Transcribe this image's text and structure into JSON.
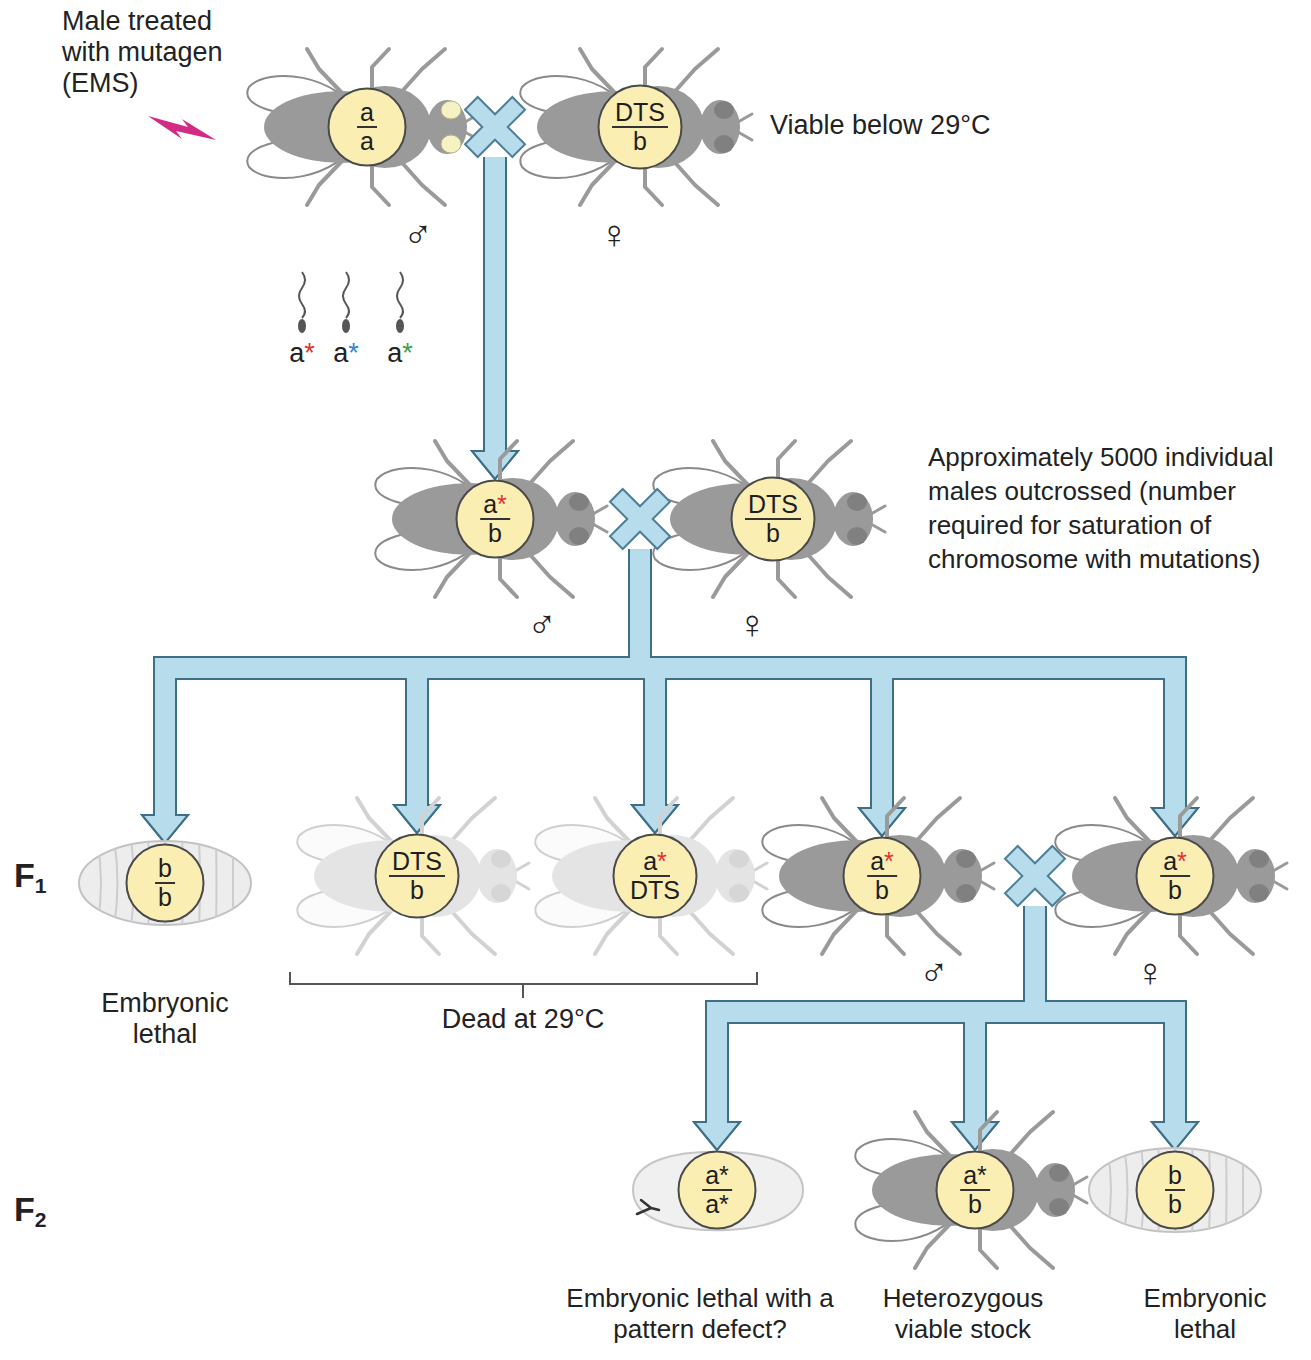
{
  "diagram": {
    "nodes": [
      {
        "text": [
          "a",
          "a"
        ]
      },
      {
        "text": [
          "DTS",
          "b"
        ]
      },
      {
        "text": [
          "a*",
          "b"
        ]
      },
      {
        "text": [
          "DTS",
          "b"
        ]
      },
      {
        "text": [
          "b",
          "b"
        ]
      },
      {
        "text": [
          "DTS",
          "b"
        ]
      },
      {
        "text": [
          "a*",
          "DTS"
        ]
      },
      {
        "text": [
          "a*",
          "b"
        ]
      },
      {
        "text": [
          "a*",
          "b"
        ]
      },
      {
        "text": [
          "a*",
          "a*"
        ]
      },
      {
        "text": [
          "a*",
          "b"
        ]
      },
      {
        "text": [
          "b",
          "b"
        ]
      }
    ],
    "edges": [
      {
        "from": 0,
        "to": 2,
        "arrow": "to"
      },
      {
        "from": 1,
        "to": 2,
        "arrow": "to"
      },
      {
        "from": 2,
        "to": 4,
        "arrow": "to"
      },
      {
        "from": 2,
        "to": 5,
        "arrow": "to"
      },
      {
        "from": 2,
        "to": 6,
        "arrow": "to"
      },
      {
        "from": 2,
        "to": 7,
        "arrow": "to"
      },
      {
        "from": 2,
        "to": 8,
        "arrow": "to"
      },
      {
        "from": 3,
        "to": 4,
        "arrow": "to"
      },
      {
        "from": 3,
        "to": 5,
        "arrow": "to"
      },
      {
        "from": 3,
        "to": 6,
        "arrow": "to"
      },
      {
        "from": 3,
        "to": 7,
        "arrow": "to"
      },
      {
        "from": 3,
        "to": 8,
        "arrow": "to"
      },
      {
        "from": 7,
        "to": 9,
        "arrow": "to"
      },
      {
        "from": 7,
        "to": 10,
        "arrow": "to"
      },
      {
        "from": 7,
        "to": 11,
        "arrow": "to"
      },
      {
        "from": 8,
        "to": 9,
        "arrow": "to"
      },
      {
        "from": 8,
        "to": 10,
        "arrow": "to"
      },
      {
        "from": 8,
        "to": 11,
        "arrow": "to"
      }
    ],
    "labels": [
      "Male treated with mutagen (EMS)",
      "Viable below 29°C",
      "♂",
      "♀",
      "a*",
      "a*",
      "a*",
      "Approximately 5000 individual males outcrossed (number required for saturation of chromosome with mutations)",
      "♂",
      "♀",
      "F1",
      "Embryonic lethal",
      "Dead at 29°C",
      "♂",
      "♀",
      "F2",
      "Embryonic lethal with a pattern defect?",
      "Heterozygous viable stock",
      "Embryonic lethal"
    ]
  }
}
